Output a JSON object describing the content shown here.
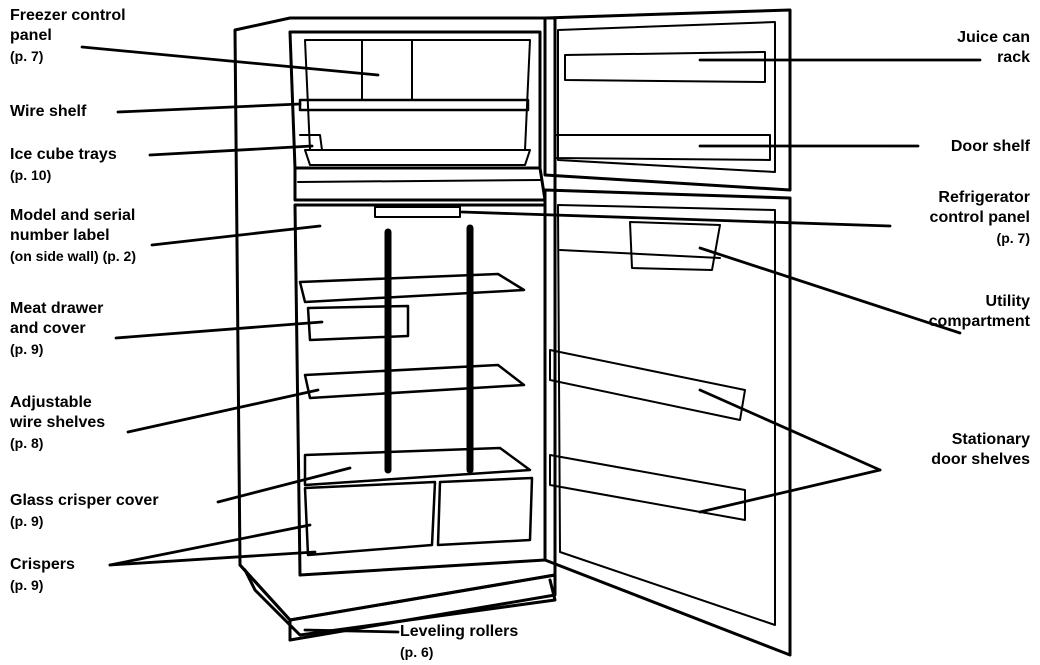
{
  "labels": {
    "freezer_control": {
      "l1": "Freezer control",
      "l2": "panel",
      "page": "(p. 7)"
    },
    "wire_shelf": {
      "l1": "Wire shelf"
    },
    "ice_cube": {
      "l1": "Ice cube trays",
      "page": "(p. 10)"
    },
    "model_serial": {
      "l1": "Model and serial",
      "l2": "number label",
      "l3": "(on side wall) (p. 2)"
    },
    "meat_drawer": {
      "l1": "Meat drawer",
      "l2": "and cover",
      "page": "(p. 9)"
    },
    "adjustable": {
      "l1": "Adjustable",
      "l2": "wire shelves",
      "page": "(p. 8)"
    },
    "glass_crisper": {
      "l1": "Glass crisper cover",
      "page": "(p. 9)"
    },
    "crispers": {
      "l1": "Crispers",
      "page": "(p. 9)"
    },
    "leveling": {
      "l1": "Leveling rollers",
      "page": "(p. 6)"
    },
    "juice_can": {
      "l1": "Juice can",
      "l2": "rack"
    },
    "door_shelf": {
      "l1": "Door shelf"
    },
    "refrigerator_control": {
      "l1": "Refrigerator",
      "l2": "control panel",
      "page": "(p. 7)"
    },
    "utility": {
      "l1": "Utility",
      "l2": "compartment"
    },
    "stationary": {
      "l1": "Stationary",
      "l2": "door shelves"
    }
  }
}
